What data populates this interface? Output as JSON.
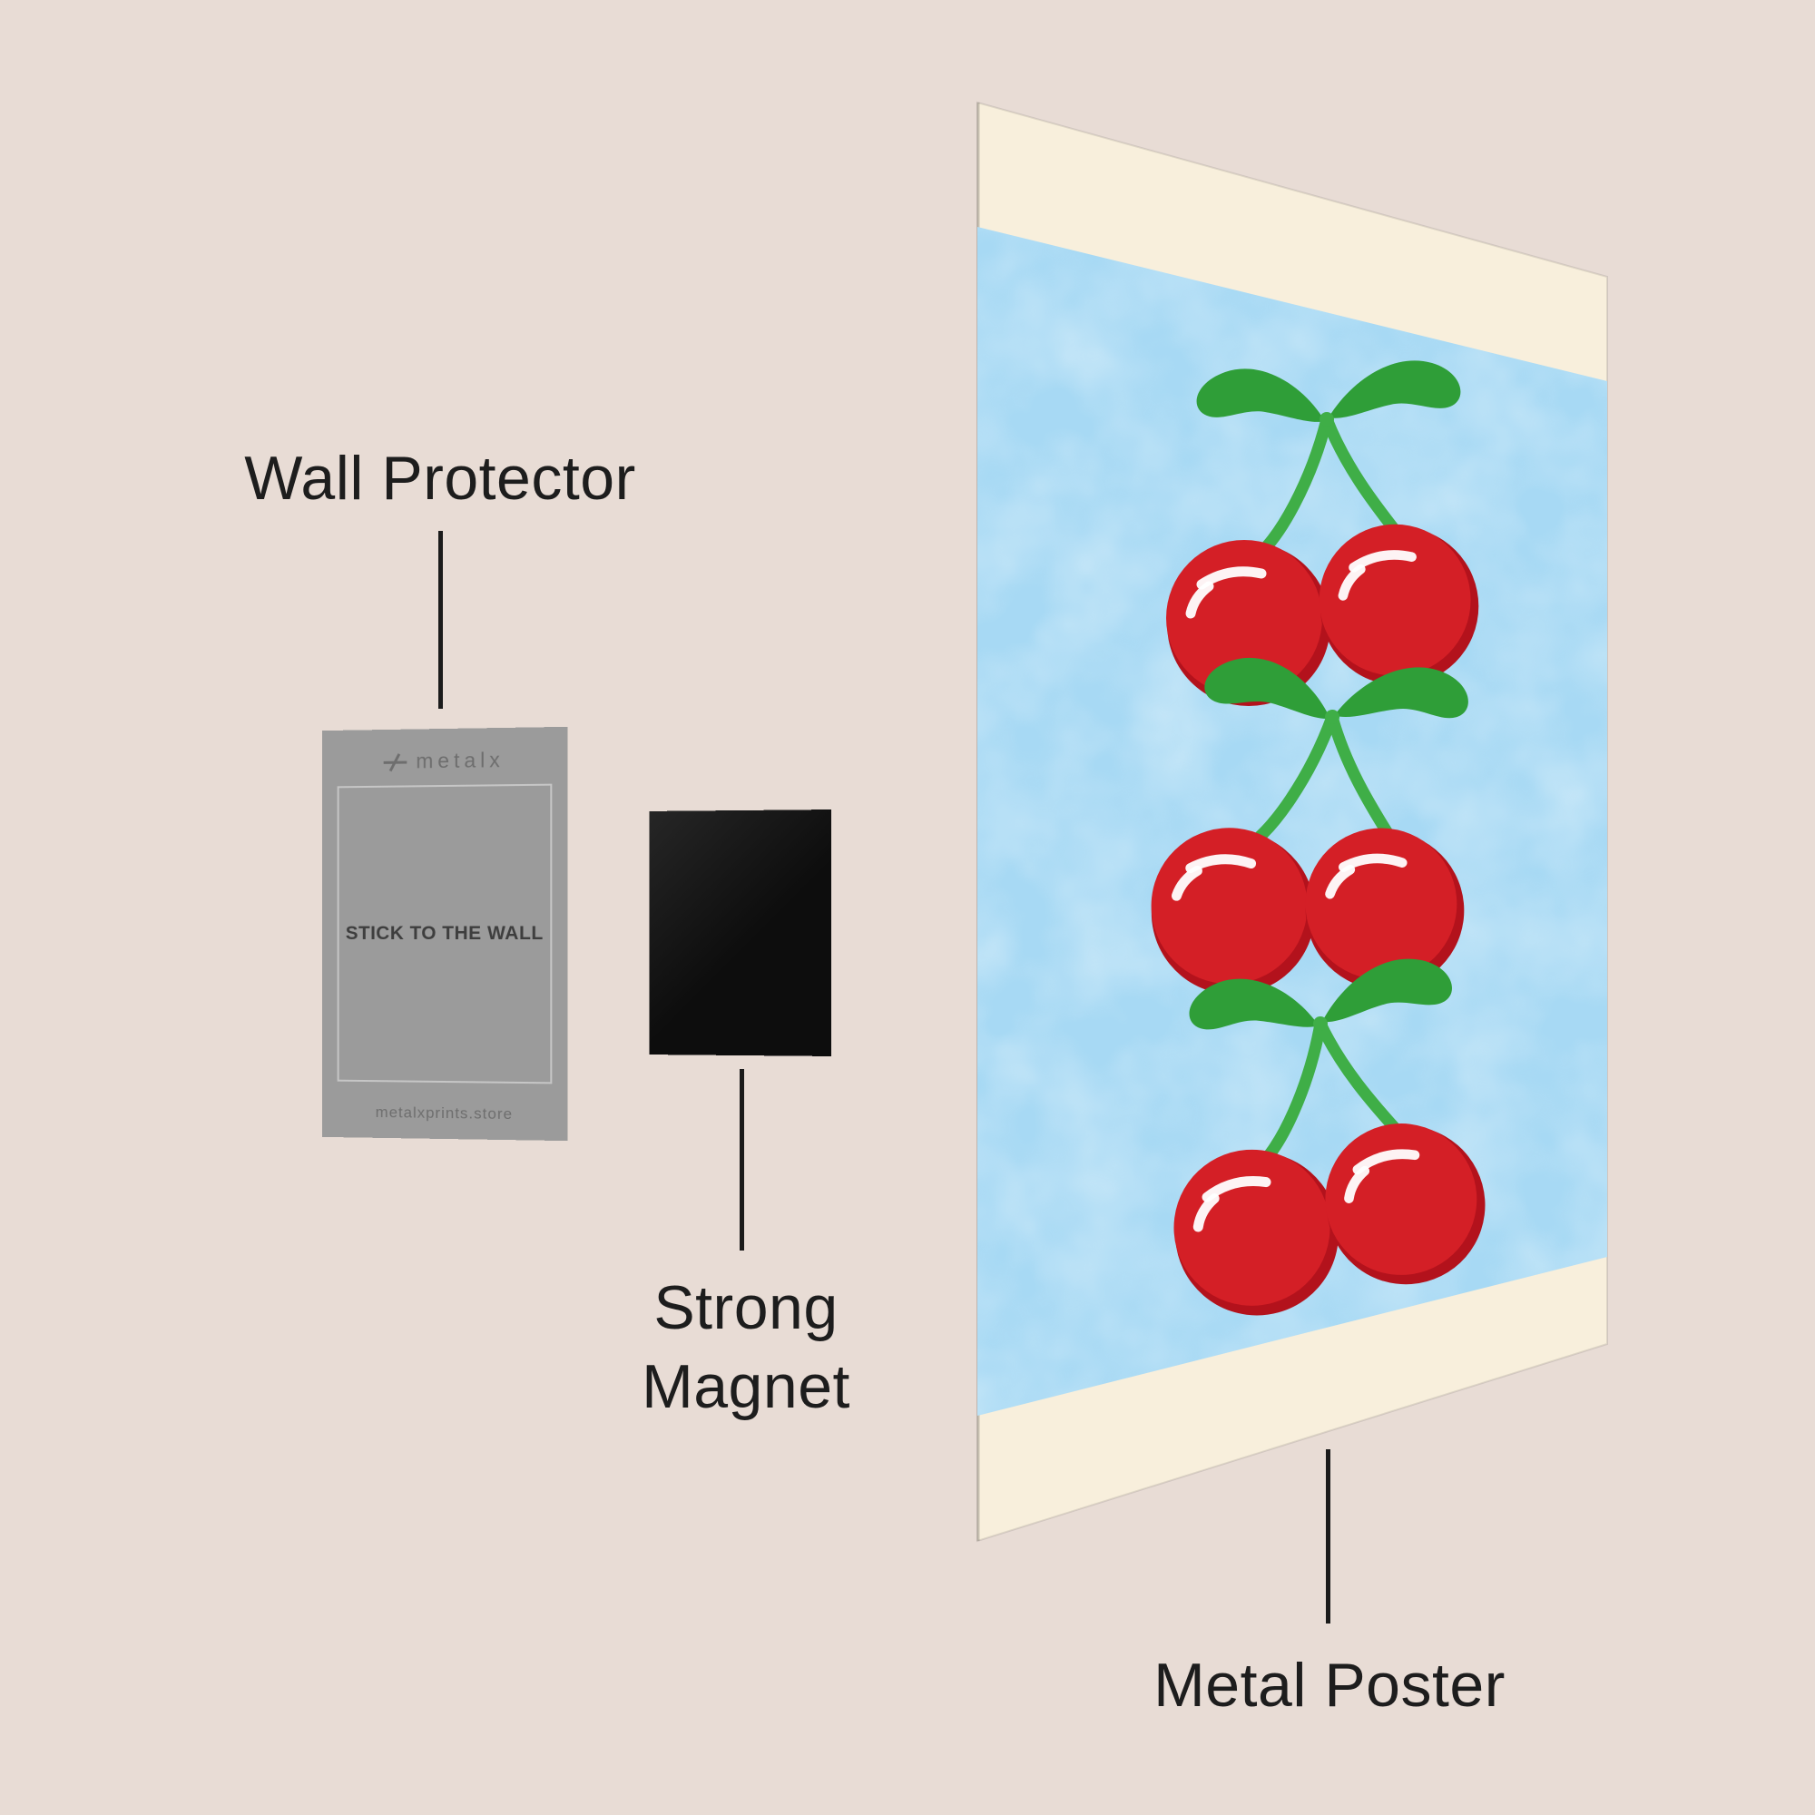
{
  "colors": {
    "background": "#e8dcd5",
    "label_text": "#1d1d1d",
    "leader_line": "#1b1b1b",
    "card_gray": "#9b9b9b",
    "card_border": "#c6c6c6",
    "card_text_dark": "#3e3e3e",
    "card_text_muted": "#6e6e6e",
    "magnet_black": "#0d0d0d",
    "poster_cream": "#f8efdc",
    "poster_blue": "#a7d9f4",
    "cherry_red": "#d41f26",
    "cherry_dark_red": "#b3121c",
    "leaf_green": "#2f9e38",
    "stem_green": "#3fae47",
    "gloss_white": "#ffffff"
  },
  "labels": {
    "wall_protector": "Wall Protector",
    "strong_magnet_line1": "Strong",
    "strong_magnet_line2": "Magnet",
    "metal_poster": "Metal Poster"
  },
  "wall_protector_card": {
    "brand": "metalx",
    "center_text": "STICK TO THE WALL",
    "footer_text": "metalxprints.store"
  },
  "icons": {
    "metalx_logo_icon": "diagonal-slash-over-bar"
  }
}
